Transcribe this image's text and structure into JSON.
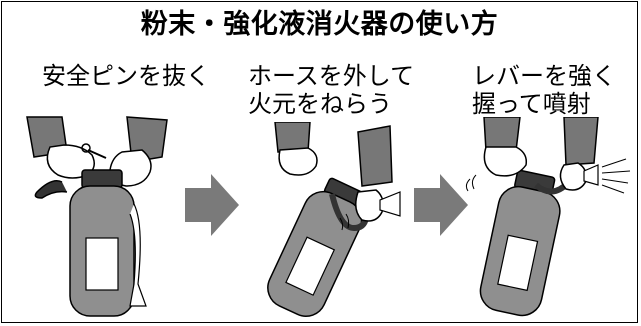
{
  "title": "粉末・強化液消火器の使い方",
  "steps": [
    {
      "label": "安全ピンを抜く"
    },
    {
      "label": "ホースを外して\n火元をねらう"
    },
    {
      "label": "レバーを強く\n握って噴射"
    }
  ],
  "colors": {
    "extinguisher_body": "#8f8f8f",
    "extinguisher_dark": "#3a3a3a",
    "sleeve": "#777777",
    "arrow": "#7a7a7a",
    "outline": "#000000"
  },
  "icons": [
    "fire-extinguisher-icon",
    "hand-icon",
    "right-arrow-icon"
  ]
}
